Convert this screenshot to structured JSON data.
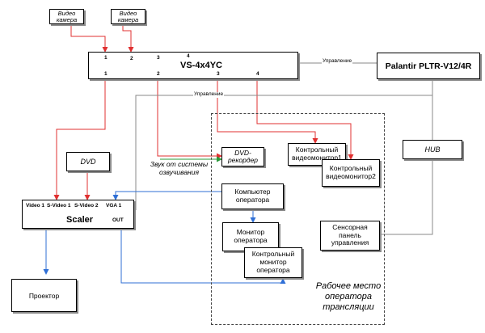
{
  "camera1": "Видео\nкамера",
  "camera2": "Видео\nкамера",
  "switcher": {
    "title": "VS-4x4YC",
    "inputs": [
      "1",
      "2",
      "3",
      "4"
    ],
    "outputs": [
      "1",
      "2",
      "3",
      "4"
    ]
  },
  "palantir": "Palantir PLTR-V12/4R",
  "control_label_1": "Управление",
  "control_label_2": "Управление",
  "hub": "HUB",
  "dvd": "DVD",
  "dvd_recorder": "DVD-\nрекордер",
  "sound_label": "Звук от системы\nозвучивания",
  "monitor1": "Контрольный\nвидеомонитор1",
  "monitor2": "Контрольный\nвидеомонитор2",
  "operator_pc": "Компьютер\nоператора",
  "operator_monitor": "Монитор\nоператора",
  "operator_control_monitor": "Контрольный\nмонитор\nоператора",
  "touch_panel": "Сенсорная\nпанель\nуправления",
  "scaler": {
    "title": "Scaler",
    "ports": [
      "Video 1",
      "S-Video 1",
      "S-Video 2",
      "VGA 1"
    ],
    "out": "OUT"
  },
  "projector": "Проектор",
  "workstation_caption": "Рабочее место\nоператора\nтрансляции",
  "colors": {
    "video": "#e03030",
    "vga": "#2f6fd6",
    "sound": "#2a9a3a",
    "control": "#888888",
    "border": "#000000"
  }
}
